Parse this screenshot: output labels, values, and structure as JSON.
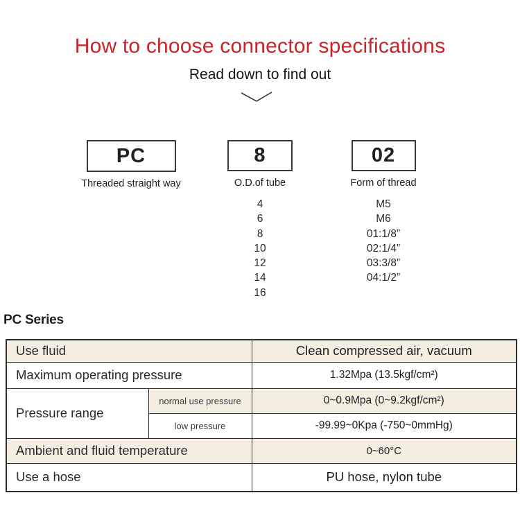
{
  "page": {
    "title": "How to choose connector specifications",
    "subtitle": "Read down to find out"
  },
  "colors": {
    "accent_red": "#c9252a",
    "row_beige": "#f4eee1",
    "border_dark": "#2d2d2d"
  },
  "icons": {
    "chevron_down": "chevron-down-icon"
  },
  "selector": {
    "boxes": [
      {
        "code": "PC",
        "caption": "Threaded straight way"
      },
      {
        "code": "8",
        "caption": "O.D.of tube"
      },
      {
        "code": "02",
        "caption": "Form of thread"
      }
    ],
    "tube_sizes": [
      "4",
      "6",
      "8",
      "10",
      "12",
      "14",
      "16"
    ],
    "thread_forms": [
      "M5",
      "M6",
      "01:1/8”",
      "02:1/4”",
      "03:3/8”",
      "04:1/2”"
    ]
  },
  "series": {
    "heading": "PC Series",
    "table": {
      "use_fluid_label": "Use fluid",
      "use_fluid_value": "Clean compressed air, vacuum",
      "max_pressure_label": "Maximum operating pressure",
      "max_pressure_value": "1.32Mpa (13.5kgf/cm²)",
      "pressure_range_label": "Pressure range",
      "normal_pressure_label": "normal use pressure",
      "normal_pressure_value": "0~0.9Mpa (0~9.2kgf/cm²)",
      "low_pressure_label": "low pressure",
      "low_pressure_value": "-99.99~0Kpa (-750~0mmHg)",
      "ambient_label": "Ambient and fluid temperature",
      "ambient_value": "0~60°C",
      "hose_label": "Use a hose",
      "hose_value": "PU hose, nylon tube"
    }
  }
}
